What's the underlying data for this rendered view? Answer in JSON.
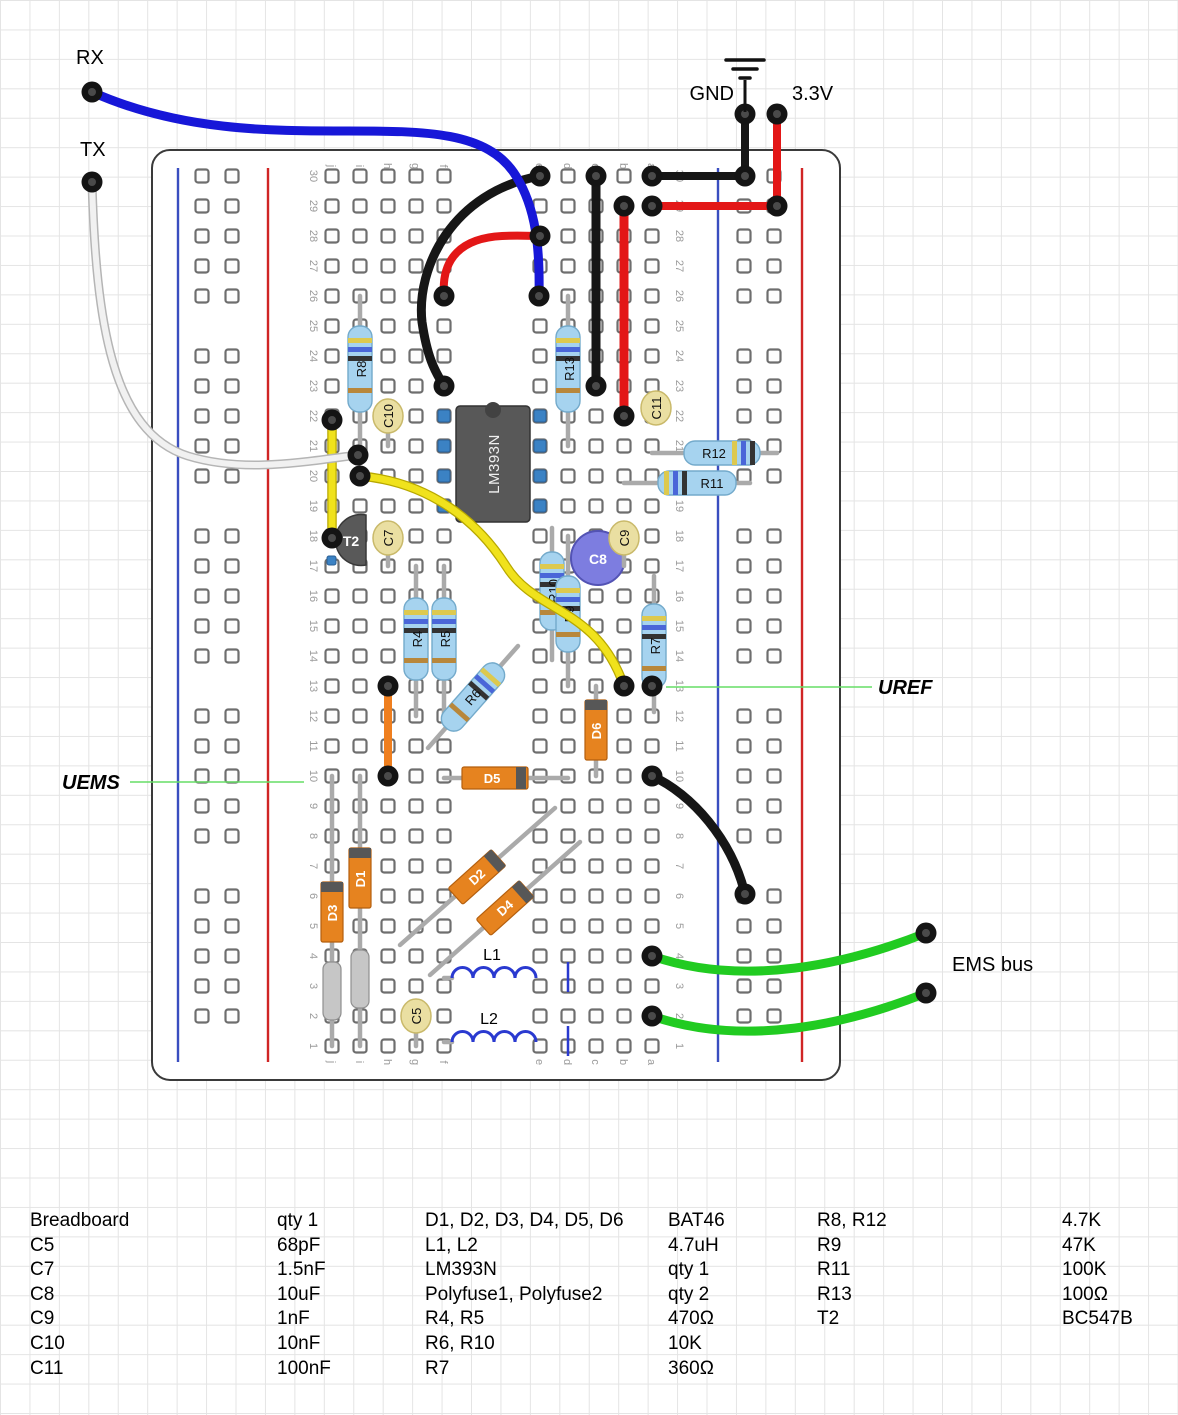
{
  "labels": {
    "rx": "RX",
    "tx": "TX",
    "gnd": "GND",
    "v33": "3.3V",
    "uref": "UREF",
    "uems": "UEMS",
    "ems_bus": "EMS bus"
  },
  "components": {
    "ic": "LM393N",
    "t2": "T2",
    "r4": "R4",
    "r5": "R5",
    "r6": "R6",
    "r7": "R7",
    "r8": "R8",
    "r9": "R9",
    "r10": "R10",
    "r11": "R11",
    "r12": "R12",
    "r13": "R13",
    "c5": "C5",
    "c7": "C7",
    "c8": "C8",
    "c9": "C9",
    "c10": "C10",
    "c11": "C11",
    "d1": "D1",
    "d2": "D2",
    "d3": "D3",
    "d4": "D4",
    "d5": "D5",
    "d6": "D6",
    "l1": "L1",
    "l2": "L2"
  },
  "breadboard": {
    "rows": 30,
    "letters_left_bank": [
      "j",
      "i",
      "h",
      "g",
      "f"
    ],
    "letters_right_bank": [
      "e",
      "d",
      "c",
      "b",
      "a"
    ]
  },
  "colors": {
    "wire_blue": "#1717d8",
    "wire_red": "#e31717",
    "wire_black": "#161616",
    "wire_white": "#f1f1f1",
    "wire_yellow": "#e8d619",
    "wire_green": "#21cb21",
    "wire_orange": "#ef7f1f",
    "annotation_green": "#66dd66",
    "resistor_body": "#a6d3ef",
    "diode_body": "#e6831f",
    "ic_body": "#585858",
    "disc_capacitor": "#eadfa2",
    "electrolytic_capacitor": "#7d7de0",
    "inductor_blue": "#2a3ad0"
  },
  "parts_list": {
    "col1": [
      {
        "part": "Breadboard",
        "value": "qty 1"
      },
      {
        "part": "C5",
        "value": "68pF"
      },
      {
        "part": "C7",
        "value": "1.5nF"
      },
      {
        "part": "C8",
        "value": "10uF"
      },
      {
        "part": "C9",
        "value": "1nF"
      },
      {
        "part": "C10",
        "value": "10nF"
      },
      {
        "part": "C11",
        "value": "100nF"
      }
    ],
    "col2": [
      {
        "part": "D1, D2, D3, D4, D5, D6",
        "value": "BAT46"
      },
      {
        "part": "L1, L2",
        "value": "4.7uH"
      },
      {
        "part": "LM393N",
        "value": "qty 1"
      },
      {
        "part": "Polyfuse1, Polyfuse2",
        "value": "qty 2"
      },
      {
        "part": "R4, R5",
        "value": "470Ω"
      },
      {
        "part": "R6, R10",
        "value": "10K"
      },
      {
        "part": "R7",
        "value": "360Ω"
      }
    ],
    "col3": [
      {
        "part": "R8, R12",
        "value": "4.7K"
      },
      {
        "part": "R9",
        "value": "47K"
      },
      {
        "part": "R11",
        "value": "100K"
      },
      {
        "part": "R13",
        "value": "100Ω"
      },
      {
        "part": "T2",
        "value": "BC547B"
      }
    ]
  }
}
